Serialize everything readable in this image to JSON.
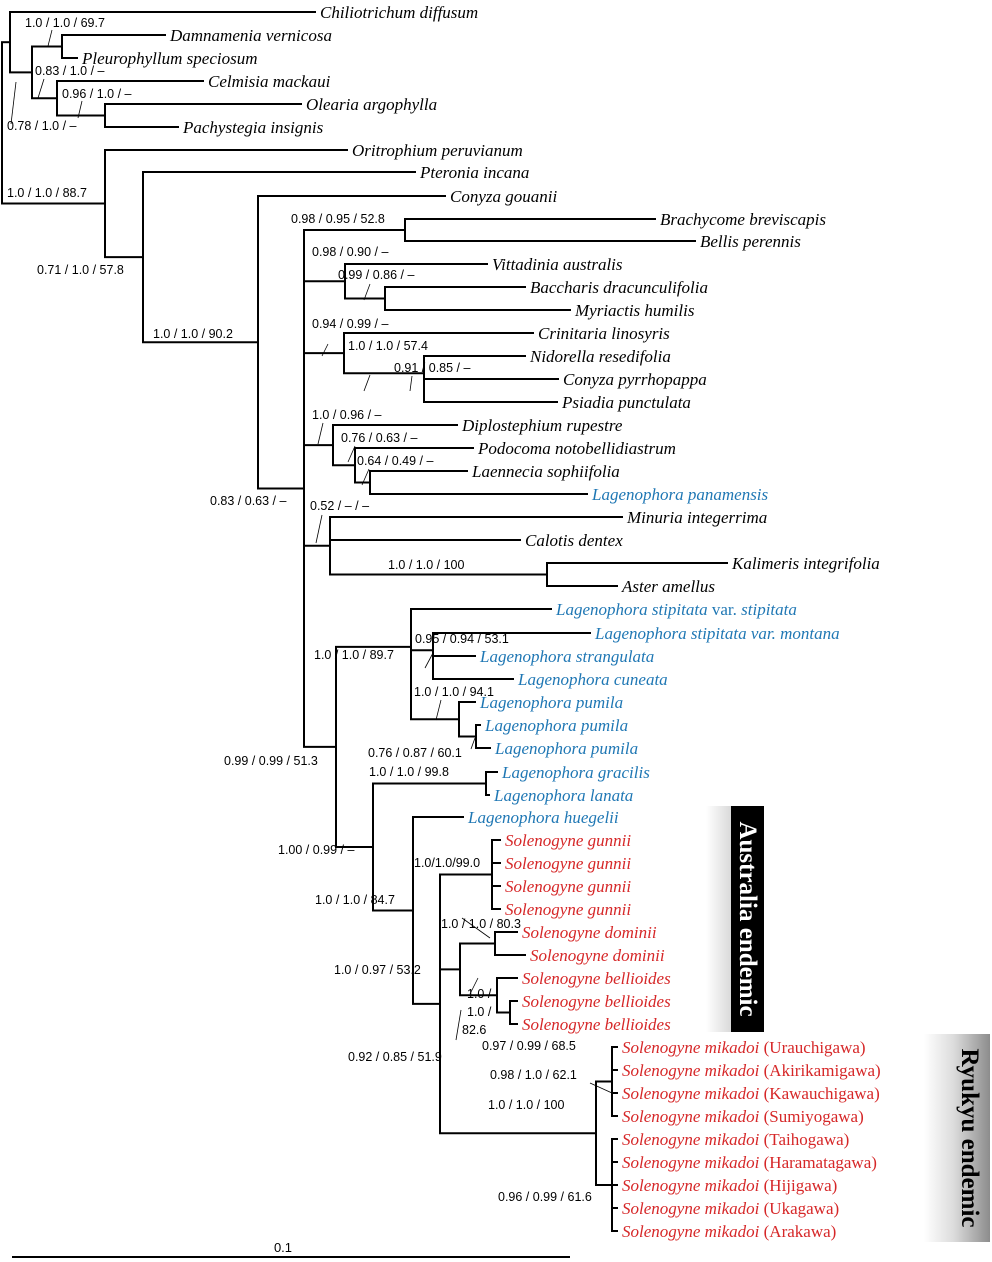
{
  "colors": {
    "default": "#000000",
    "lagenophora": "#1f77b4",
    "solenogyne": "#d62728"
  },
  "tips": [
    {
      "label": "Chiliotrichum diffusum",
      "color": "default"
    },
    {
      "label": "Damnamenia vernicosa",
      "color": "default"
    },
    {
      "label": "Pleurophyllum speciosum",
      "color": "default"
    },
    {
      "label": "Celmisia mackaui",
      "color": "default"
    },
    {
      "label": "Olearia argophylla",
      "color": "default"
    },
    {
      "label": "Pachystegia insignis",
      "color": "default"
    },
    {
      "label": "Oritrophium peruvianum",
      "color": "default"
    },
    {
      "label": "Pteronia incana",
      "color": "default"
    },
    {
      "label": "Conyza gouanii",
      "color": "default"
    },
    {
      "label": "Brachycome breviscapis",
      "color": "default"
    },
    {
      "label": "Bellis perennis",
      "color": "default"
    },
    {
      "label": "Vittadinia australis",
      "color": "default"
    },
    {
      "label": "Baccharis dracunculifolia",
      "color": "default"
    },
    {
      "label": "Myriactis humilis",
      "color": "default"
    },
    {
      "label": "Crinitaria linosyris",
      "color": "default"
    },
    {
      "label": "Nidorella resedifolia",
      "color": "default"
    },
    {
      "label": "Conyza pyrrhopappa",
      "color": "default"
    },
    {
      "label": "Psiadia punctulata",
      "color": "default"
    },
    {
      "label": "Diplostephium rupestre",
      "color": "default"
    },
    {
      "label": "Podocoma notobellidiastrum",
      "color": "default"
    },
    {
      "label": "Laennecia sophiifolia",
      "color": "default"
    },
    {
      "label": "Lagenophora panamensis",
      "color": "lagenophora"
    },
    {
      "label": "Minuria integerrima",
      "color": "default"
    },
    {
      "label": "Calotis dentex",
      "color": "default"
    },
    {
      "label": "Kalimeris integrifolia",
      "color": "default"
    },
    {
      "label": "Aster amellus",
      "color": "default"
    },
    {
      "label": "Lagenophora stipitata",
      "suffix": " var. ",
      "label2": "stipitata",
      "color": "lagenophora"
    },
    {
      "label": "Lagenophora stipitata var. montana",
      "color": "lagenophora"
    },
    {
      "label": "Lagenophora strangulata",
      "color": "lagenophora"
    },
    {
      "label": "Lagenophora cuneata",
      "color": "lagenophora"
    },
    {
      "label": "Lagenophora pumila",
      "color": "lagenophora"
    },
    {
      "label": "Lagenophora pumila",
      "color": "lagenophora"
    },
    {
      "label": "Lagenophora pumila",
      "color": "lagenophora"
    },
    {
      "label": "Lagenophora gracilis",
      "color": "lagenophora"
    },
    {
      "label": "Lagenophora lanata",
      "color": "lagenophora"
    },
    {
      "label": "Lagenophora huegelii",
      "color": "lagenophora"
    },
    {
      "label": "Solenogyne gunnii",
      "color": "solenogyne"
    },
    {
      "label": "Solenogyne gunnii",
      "color": "solenogyne"
    },
    {
      "label": "Solenogyne gunnii",
      "color": "solenogyne"
    },
    {
      "label": "Solenogyne gunnii",
      "color": "solenogyne"
    },
    {
      "label": "Solenogyne dominii",
      "color": "solenogyne"
    },
    {
      "label": "Solenogyne dominii",
      "color": "solenogyne"
    },
    {
      "label": "Solenogyne bellioides",
      "color": "solenogyne"
    },
    {
      "label": "Solenogyne bellioides",
      "color": "solenogyne"
    },
    {
      "label": "Solenogyne bellioides",
      "color": "solenogyne"
    },
    {
      "label": "Solenogyne mikadoi",
      "suffix": " (Urauchigawa)",
      "color": "solenogyne"
    },
    {
      "label": "Solenogyne mikadoi",
      "suffix": " (Akirikamigawa)",
      "color": "solenogyne"
    },
    {
      "label": "Solenogyne mikadoi",
      "suffix": " (Kawauchigawa)",
      "color": "solenogyne"
    },
    {
      "label": "Solenogyne mikadoi",
      "suffix": " (Sumiyogawa)",
      "color": "solenogyne"
    },
    {
      "label": "Solenogyne mikadoi",
      "suffix": " (Taihogawa)",
      "color": "solenogyne"
    },
    {
      "label": "Solenogyne mikadoi",
      "suffix": " (Haramatagawa)",
      "color": "solenogyne"
    },
    {
      "label": "Solenogyne mikadoi",
      "suffix": " (Hijigawa)",
      "color": "solenogyne"
    },
    {
      "label": "Solenogyne mikadoi",
      "suffix": " (Ukagawa)",
      "color": "solenogyne"
    },
    {
      "label": "Solenogyne mikadoi",
      "suffix": " (Arakawa)",
      "color": "solenogyne"
    }
  ],
  "supports": [
    "1.0 / 1.0 / 69.7",
    "0.83 / 1.0 / –",
    "0.96 / 1.0 / –",
    "0.78 / 1.0 / –",
    "1.0 / 1.0 / 88.7",
    "0.71 / 1.0 / 57.8",
    "1.0 / 1.0 / 90.2",
    "0.98 / 0.95 / 52.8",
    "0.98 / 0.90 / –",
    "0.99 / 0.86 / –",
    "0.94 / 0.99 / –",
    "1.0 / 1.0 / 57.4",
    "0.91 / 0.85 / –",
    "1.0 / 0.96 / –",
    "0.76 / 0.63 / –",
    "0.64 / 0.49 / –",
    "0.83 / 0.63 / –",
    "0.52 / – / –",
    "1.0 / 1.0 / 100",
    "1.0 / 1.0 / 89.7",
    "0.95 / 0.94 / 53.1",
    "1.0 / 1.0 / 94.1",
    "0.76 / 0.87 / 60.1",
    "0.99 / 0.99 / 51.3",
    "1.0 / 1.0 / 99.8",
    "1.00 / 0.99 / –",
    "1.0/1.0/99.0",
    "1.0 / 1.0 / 84.7",
    "1.0 / 1.0 / 80.3",
    "1.0 / 0.97 / 53.2",
    "1.0 /",
    "1.0 /",
    "82.6",
    "0.97 / 0.99 / 68.5",
    "0.92 / 0.85 / 51.9",
    "0.98 / 1.0 / 62.1",
    "1.0 / 1.0 / 100",
    "0.96 / 0.99 / 61.6"
  ],
  "regions": [
    {
      "label": "Australia endemic",
      "color": "#000000"
    },
    {
      "label": "Ryukyu endemic",
      "color": "#000000"
    }
  ],
  "scale_bar": {
    "label": "0.1"
  }
}
